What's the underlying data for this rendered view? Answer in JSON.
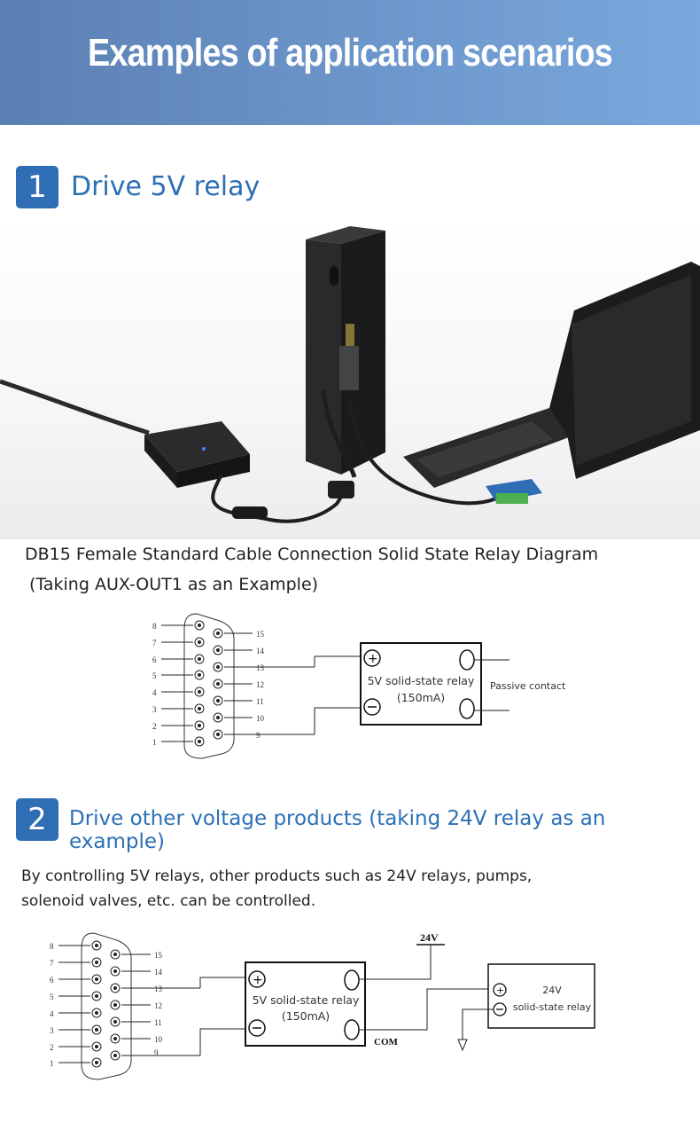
{
  "banner": {
    "title": "Examples of application scenarios"
  },
  "section1": {
    "number": "1",
    "title": "Drive 5V relay",
    "caption_line1": "DB15 Female Standard Cable Connection Solid State Relay Diagram",
    "caption_line2": "(Taking AUX-OUT1 as an Example)",
    "diagram": {
      "left_pins": [
        "8",
        "7",
        "6",
        "5",
        "4",
        "3",
        "2",
        "1"
      ],
      "right_pins": [
        "15",
        "14",
        "13",
        "12",
        "11",
        "10",
        "9"
      ],
      "relay_label": "5V solid-state relay",
      "relay_current": "(150mA)",
      "passive_label": "Passive contact"
    }
  },
  "section2": {
    "number": "2",
    "title": "Drive other voltage products (taking 24V relay as an example)",
    "description_line1": "By controlling 5V relays, other products such as 24V relays, pumps,",
    "description_line2": "solenoid valves, etc. can be controlled.",
    "diagram": {
      "left_pins": [
        "8",
        "7",
        "6",
        "5",
        "4",
        "3",
        "2",
        "1"
      ],
      "right_pins": [
        "15",
        "14",
        "13",
        "12",
        "11",
        "10",
        "9"
      ],
      "relay_label": "5V solid-state relay",
      "relay_current": "(150mA)",
      "supply_label": "24V",
      "com_label": "COM",
      "relay2_label_line1": "24V",
      "relay2_label_line2": "solid-state relay"
    }
  }
}
